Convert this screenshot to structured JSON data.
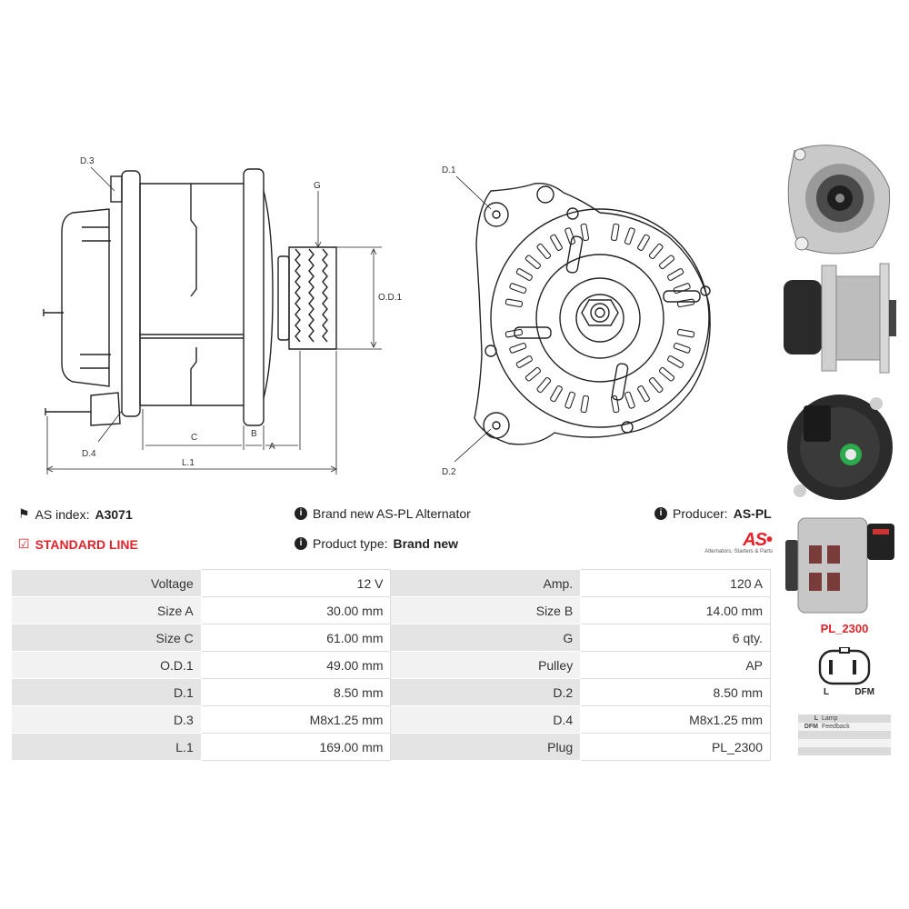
{
  "drawing": {
    "side_labels": {
      "d3": "D.3",
      "d4": "D.4",
      "g": "G",
      "od1": "O.D.1",
      "c": "C",
      "b": "B",
      "a": "A",
      "l1": "L.1"
    },
    "front_labels": {
      "d1": "D.1",
      "d2": "D.2"
    }
  },
  "info": {
    "as_index_label": "AS index:",
    "as_index_value": "A3071",
    "line": "STANDARD LINE",
    "description": "Brand new AS-PL Alternator",
    "product_type_label": "Product type:",
    "product_type_value": "Brand new",
    "producer_label": "Producer:",
    "producer_value": "AS-PL"
  },
  "logo": {
    "mark": "AS",
    "tagline": "Alternators, Starters & Parts"
  },
  "specs": [
    [
      "Voltage",
      "12 V",
      "Amp.",
      "120 A"
    ],
    [
      "Size A",
      "30.00 mm",
      "Size B",
      "14.00 mm"
    ],
    [
      "Size C",
      "61.00 mm",
      "G",
      "6 qty."
    ],
    [
      "O.D.1",
      "49.00 mm",
      "Pulley",
      "AP"
    ],
    [
      "D.1",
      "8.50 mm",
      "D.2",
      "8.50 mm"
    ],
    [
      "D.3",
      "M8x1.25 mm",
      "D.4",
      "M8x1.25 mm"
    ],
    [
      "L.1",
      "169.00 mm",
      "Plug",
      "PL_2300"
    ]
  ],
  "plug": {
    "code": "PL_2300",
    "pins": [
      "L",
      "DFM"
    ],
    "legend": [
      [
        "L",
        "Lamp"
      ],
      [
        "DFM",
        "Feedback"
      ],
      [
        "",
        ""
      ],
      [
        "",
        ""
      ],
      [
        "",
        ""
      ]
    ]
  },
  "colors": {
    "accent_red": "#e3232a",
    "table_shade": "#e4e4e4"
  },
  "icons": [
    "tags-icon",
    "checkbox-icon",
    "info-icon"
  ]
}
